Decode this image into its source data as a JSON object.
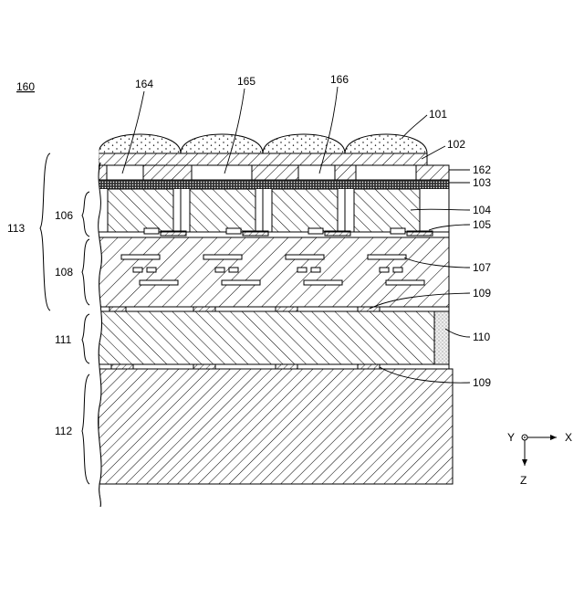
{
  "figure": {
    "figure_label": "160",
    "labels": {
      "l164": "164",
      "l165": "165",
      "l166": "166",
      "l101": "101",
      "l102": "102",
      "l162": "162",
      "l103": "103",
      "l104": "104",
      "l105": "105",
      "l107": "107",
      "l109a": "109",
      "l110": "110",
      "l109b": "109",
      "l106": "106",
      "l108": "108",
      "l111": "111",
      "l112": "112",
      "l113": "113"
    },
    "axes": {
      "y": "Y",
      "x": "X",
      "z": "Z"
    }
  }
}
